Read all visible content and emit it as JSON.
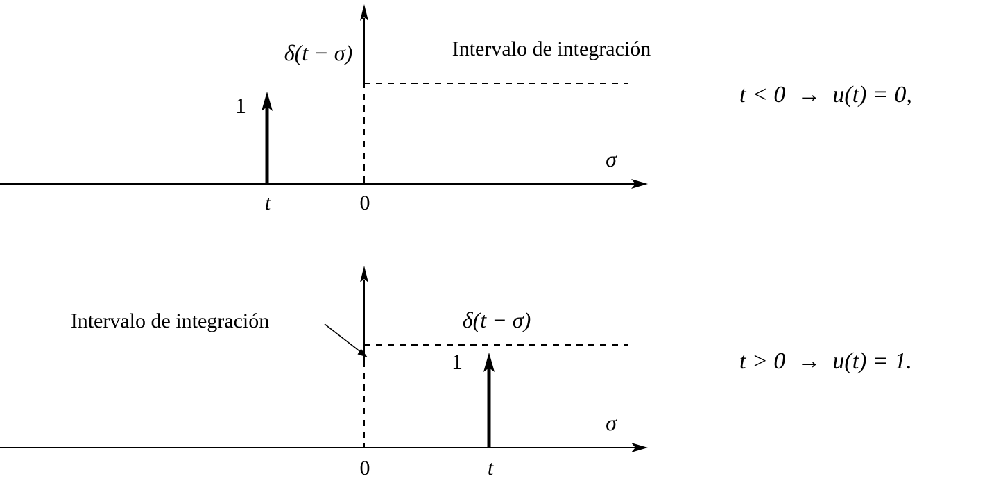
{
  "figure": {
    "panels": [
      {
        "interval_label": "Intervalo de integración",
        "impulse_label": "δ(t − σ)",
        "amplitude_label": "1",
        "impulse_position_label": "t",
        "origin_label": "0",
        "axis_label": "σ",
        "equation": "t < 0  →  u(t) = 0,"
      },
      {
        "interval_label": "Intervalo de integración",
        "impulse_label": "δ(t − σ)",
        "amplitude_label": "1",
        "impulse_position_label": "t",
        "origin_label": "0",
        "axis_label": "σ",
        "equation": "t > 0  →  u(t) = 1."
      }
    ]
  }
}
